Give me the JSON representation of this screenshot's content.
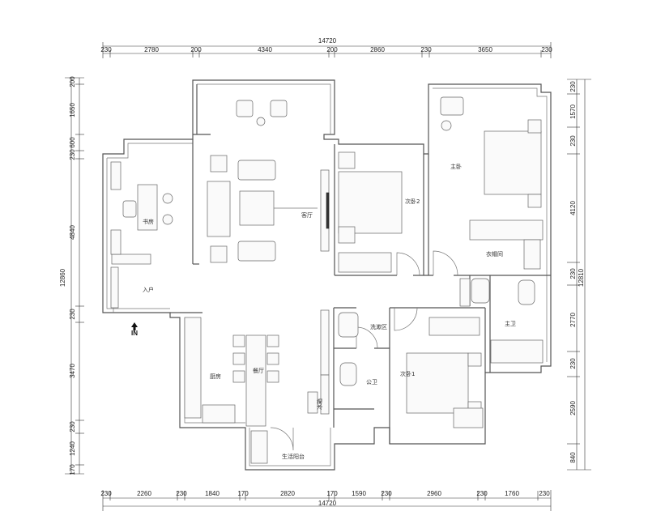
{
  "dimensions": {
    "top_total": "14720",
    "top_segments": [
      "230",
      "2780",
      "200",
      "4340",
      "200",
      "2860",
      "230",
      "3650",
      "230"
    ],
    "bottom_total": "14720",
    "bottom_segments": [
      "230",
      "2260",
      "230",
      "1840",
      "170",
      "2820",
      "170",
      "1590",
      "230",
      "2960",
      "230",
      "1760",
      "230"
    ],
    "left_segments": [
      "200",
      "1650",
      "600",
      "230",
      "4840",
      "230",
      "3470",
      "230",
      "1240",
      "170"
    ],
    "left_total": "12860",
    "right_segments": [
      "230",
      "1570",
      "230",
      "4120",
      "230",
      "2770",
      "230",
      "2590",
      "840"
    ],
    "right_total": "12810"
  },
  "rooms": {
    "study": "书房",
    "living": "客厅",
    "bedroom2": "次卧2",
    "master": "主卧",
    "cloakroom": "衣帽间",
    "entry": "入户",
    "master_bath": "主卫",
    "wash": "洗漱区",
    "public_bath": "公卫",
    "bedroom1": "次卧1",
    "kitchen": "厨房",
    "dining": "餐厅",
    "balcony": "生活阳台",
    "fridge": "冰箱"
  },
  "entry_marker": "IN"
}
